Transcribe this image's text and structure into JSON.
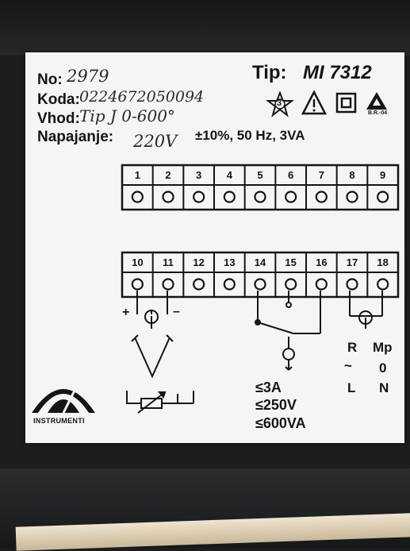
{
  "header": {
    "no_label": "No:",
    "no_value": "2979",
    "koda_label": "Koda:",
    "koda_value": "0224672050094",
    "vhod_label": "Vhod:",
    "vhod_value": "Tip J 0-600°",
    "napajanje_label": "Napajanje:",
    "napajanje_value": "220V",
    "supply_spec": "±10%, 50 Hz, 3VA",
    "tip_label": "Tip:",
    "tip_value": "MI 7312",
    "cert_mark": "3",
    "cert_code": "B.R.-04"
  },
  "terminals": {
    "top_row": [
      "1",
      "2",
      "3",
      "4",
      "5",
      "6",
      "7",
      "8",
      "9"
    ],
    "bottom_row": [
      "10",
      "11",
      "12",
      "13",
      "14",
      "15",
      "16",
      "17",
      "18"
    ]
  },
  "wiring": {
    "plus": "+",
    "minus": "–"
  },
  "power": {
    "col1_top": "R",
    "col1_mid": "~",
    "col1_bot": "L",
    "col2_top": "Mp",
    "col2_mid": "0",
    "col2_bot": "N"
  },
  "ratings": {
    "current": "≤3A",
    "voltage": "≤250V",
    "power": "≤600VA"
  },
  "brand": {
    "name": "INSTRUMENTI"
  }
}
